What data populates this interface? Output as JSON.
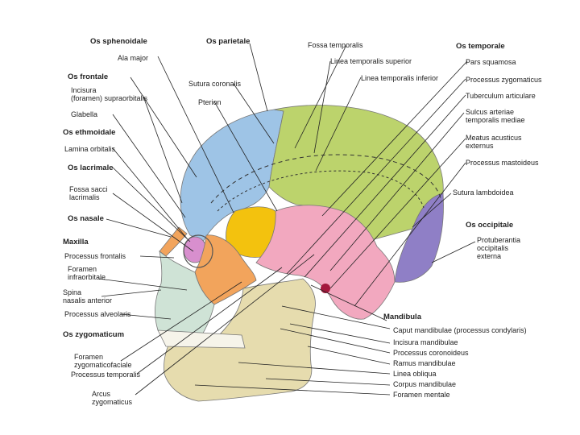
{
  "bone_colors": {
    "frontal": "#9ec4e6",
    "parietal": "#bcd36c",
    "temporal": "#f2a8bf",
    "occipital": "#8f7fc6",
    "sphenoid": "#f3c20e",
    "zygomatic": "#f2a45c",
    "maxilla": "#cfe3d6",
    "mandible": "#e6dcae",
    "ethmoid": "#d88fce",
    "nasal": "#f2a45c"
  },
  "labels": {
    "os_sphenoidale": "Os sphenoidale",
    "ala_major": "Ala major",
    "os_frontale": "Os frontale",
    "incisura_1": "Incisura",
    "incisura_2": "(foramen) supraorbitalis",
    "glabella": "Glabella",
    "os_ethmoidale": "Os ethmoidale",
    "lamina_orbitalis": "Lamina orbitalis",
    "os_lacrimale": "Os lacrimale",
    "fossa_sacci_1": "Fossa sacci",
    "fossa_sacci_2": "lacrimalis",
    "os_nasale": "Os nasale",
    "maxilla": "Maxilla",
    "processus_frontalis": "Processus frontalis",
    "foramen_infra_1": "Foramen",
    "foramen_infra_2": "infraorbitale",
    "spina_1": "Spina",
    "spina_2": "nasalis anterior",
    "processus_alveolaris": "Processus alveolaris",
    "os_zygomaticum": "Os zygomaticum",
    "foramen_zyg_1": "Foramen",
    "foramen_zyg_2": "zygomaticofaciale",
    "processus_temporalis": "Processus temporalis",
    "arcus_1": "Arcus",
    "arcus_2": "zygomaticus",
    "os_parietale": "Os parietale",
    "sutura_coronalis": "Sutura coronalis",
    "pterion": "Pterion",
    "fossa_temporalis": "Fossa temporalis",
    "linea_temp_sup": "Linea temporalis superior",
    "linea_temp_inf": "Linea temporalis inferior",
    "os_temporale": "Os temporale",
    "pars_squamosa": "Pars squamosa",
    "processus_zygomaticus": "Processus zygomaticus",
    "tuberculum_articulare": "Tuberculum articulare",
    "sulcus_1": "Sulcus arteriae",
    "sulcus_2": "temporalis mediae",
    "meatus_1": "Meatus acusticus",
    "meatus_2": "externus",
    "processus_mastoideus": "Processus mastoideus",
    "sutura_lambdoidea": "Sutura lambdoidea",
    "os_occipitale": "Os occipitale",
    "protuberantia_1": "Protuberantia",
    "protuberantia_2": "occipitalis",
    "protuberantia_3": "externa",
    "mandibula": "Mandibula",
    "caput_mandibulae": "Caput mandibulae (processus condylaris)",
    "incisura_mandibulae": "Incisura mandibulae",
    "processus_coronoideus": "Processus coronoideus",
    "ramus_mandibulae": "Ramus mandibulae",
    "linea_obliqua": "Linea obliqua",
    "corpus_mandibulae": "Corpus mandibulae",
    "foramen_mentale": "Foramen mentale"
  }
}
